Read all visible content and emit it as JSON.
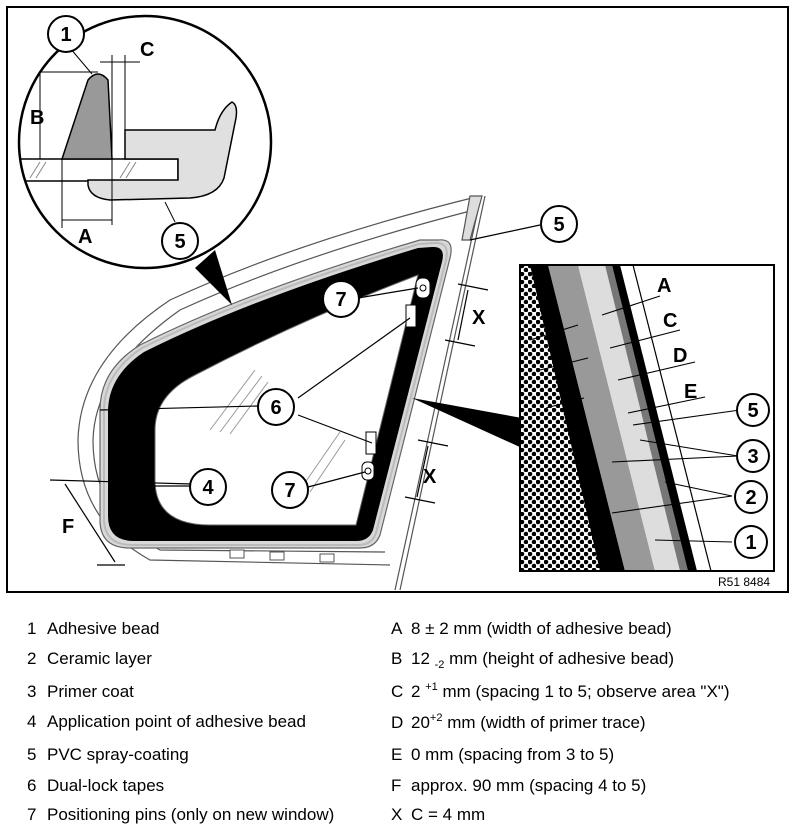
{
  "diagram": {
    "reference": "R51 8484",
    "callouts": {
      "n1": "1",
      "n2": "2",
      "n3": "3",
      "n4": "4",
      "n5": "5",
      "n6": "6",
      "n7": "7"
    },
    "letters": {
      "A": "A",
      "B": "B",
      "C": "C",
      "D": "D",
      "E": "E",
      "F": "F",
      "X": "X"
    }
  },
  "legend_left": [
    {
      "num": "1",
      "text": "Adhesive bead"
    },
    {
      "num": "2",
      "text": "Ceramic layer"
    },
    {
      "num": "3",
      "text": "Primer coat"
    },
    {
      "num": "4",
      "text": "Application point of adhesive bead"
    },
    {
      "num": "5",
      "text": "PVC spray-coating"
    },
    {
      "num": "6",
      "text": "Dual-lock tapes"
    },
    {
      "num": "7",
      "text": "Positioning pins (only on new window)"
    }
  ],
  "legend_right": {
    "A": {
      "key": "A",
      "text": "8 ± 2 mm (width of adhesive bead)"
    },
    "B": {
      "key": "B",
      "pre": "12 ",
      "sub": "-2",
      "post": " mm (height of adhesive bead)"
    },
    "C": {
      "key": "C",
      "pre": "2 ",
      "sup": "+1",
      "post": " mm (spacing 1 to 5; observe area \"X\")"
    },
    "D": {
      "key": "D",
      "pre": "20",
      "sup": "+2",
      "post": " mm (width of primer trace)"
    },
    "E": {
      "key": "E",
      "text": "0 mm (spacing from 3 to 5)"
    },
    "F": {
      "key": "F",
      "text": "approx. 90 mm (spacing 4 to 5)"
    },
    "X": {
      "key": "X",
      "text": "C = 4 mm"
    }
  }
}
